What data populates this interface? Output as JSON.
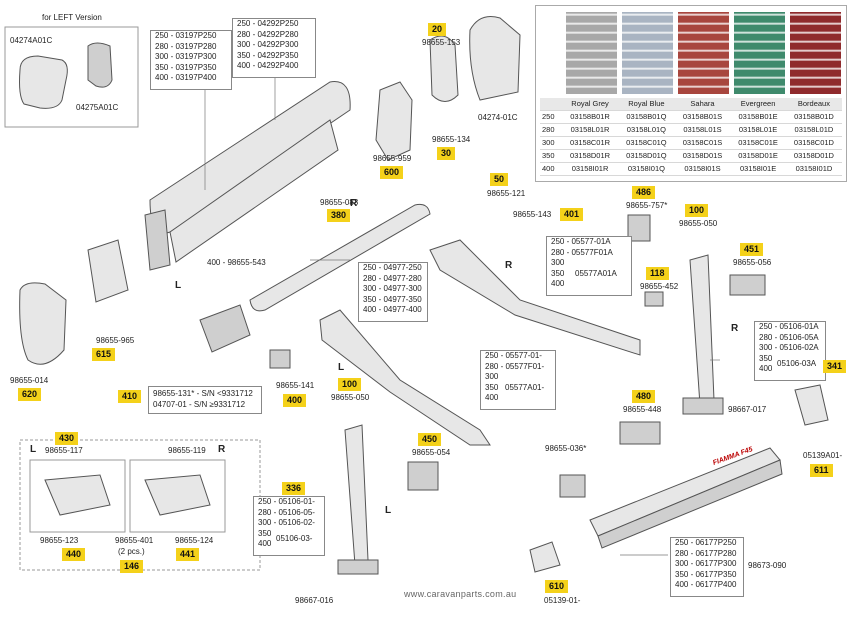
{
  "left_version_label": "for LEFT Version",
  "side_labels": {
    "L": "L",
    "R": "R"
  },
  "parts": {
    "p04274a01c": "04274A01C",
    "p04275a01c": "04275A01C",
    "p98655_153": "98655-153",
    "p98655_134": "98655-134",
    "p04274_01c": "04274-01C",
    "p98655_959": "98655-959",
    "p98655_121": "98655-121",
    "p98655_083": "98655-083",
    "p400_98655_543": "400 - 98655-543",
    "p98655_143": "98655-143",
    "p98655_757": "98655-757*",
    "p98655_050_r": "98655-050",
    "p98655_056": "98655-056",
    "p98655_452": "98655-452",
    "p98655_965": "98655-965",
    "p98655_014": "98655-014",
    "p98655_141": "98655-141",
    "p98655_050_l": "98655-050",
    "p98655_054": "98655-054",
    "p98655_448": "98655-448",
    "p98667_017": "98667-017",
    "p05139a01": "05139A01-",
    "p98655_036": "98655-036*",
    "p98655_117": "98655-117",
    "p98655_119": "98655-119",
    "p98655_123": "98655-123",
    "p98655_401": "98655-401",
    "p2pcs": "(2 pcs.)",
    "p98655_124": "98655-124",
    "p98667_016": "98667-016",
    "p98673_090": "98673-090",
    "p05139_01": "05139-01-"
  },
  "badges": {
    "b20": "20",
    "b30": "30",
    "b600": "600",
    "b50": "50",
    "b380": "380",
    "b401": "401",
    "b486": "486",
    "b100r": "100",
    "b451": "451",
    "b118": "118",
    "b341": "341",
    "b615": "615",
    "b620": "620",
    "b410": "410",
    "b400": "400",
    "b100l": "100",
    "b450": "450",
    "b480": "480",
    "b611": "611",
    "b430": "430",
    "b440": "440",
    "b441": "441",
    "b146": "146",
    "b336": "336",
    "b610": "610"
  },
  "cover_box": [
    "250 - 03197P250",
    "280 - 03197P280",
    "300 - 03197P300",
    "350 - 03197P350",
    "400 - 03197P400"
  ],
  "endcap_box": [
    "250 - 04292P250",
    "280 - 04292P280",
    "300 - 04292P300",
    "350 - 04292P350",
    "400 - 04292P400"
  ],
  "roller_box": [
    "250 - 04977-250",
    "280 - 04977-280",
    "300 - 04977-300",
    "350 - 04977-350",
    "400 - 04977-400"
  ],
  "arm_r_box": [
    "250 - 05577-01A",
    "280 - 05577F01A",
    "300",
    "350",
    "400",
    "05577A01A"
  ],
  "arm_l_box": [
    "250 - 05577-01-",
    "280 - 05577F01-",
    "300",
    "350",
    "400",
    "05577A01-"
  ],
  "leg_r_box": [
    "250 - 05106-01A",
    "280 - 05106-05A",
    "300 - 05106-02A",
    "350",
    "400",
    "05106-03A"
  ],
  "leg_l_box": [
    "250 - 05106-01-",
    "280 - 05106-05-",
    "300 - 05106-02-",
    "350",
    "400",
    "05106-03-"
  ],
  "front_box": [
    "250 - 06177P250",
    "280 - 06177P280",
    "300 - 06177P300",
    "350 - 06177P350",
    "400 - 06177P400"
  ],
  "motor_box": [
    "98655-131* - S/N <9331712",
    "04707-01 - S/N ≥9331712"
  ],
  "swatch_table": {
    "headers": [
      "",
      "Royal Grey",
      "Royal Blue",
      "Sahara",
      "Evergreen",
      "Bordeaux"
    ],
    "rows": [
      [
        "250",
        "03158B01R",
        "03158B01Q",
        "03158B01S",
        "03158B01E",
        "03158B01D"
      ],
      [
        "280",
        "03158L01R",
        "03158L01Q",
        "03158L01S",
        "03158L01E",
        "03158L01D"
      ],
      [
        "300",
        "03158C01R",
        "03158C01Q",
        "03158C01S",
        "03158C01E",
        "03158C01D"
      ],
      [
        "350",
        "03158D01R",
        "03158D01Q",
        "03158D01S",
        "03158D01E",
        "03158D01D"
      ],
      [
        "400",
        "03158I01R",
        "03158I01Q",
        "03158I01S",
        "03158I01E",
        "03158I01D"
      ]
    ],
    "colors": [
      "#a8a8a8",
      "#a9b4c2",
      "#a8463e",
      "#3f8a6c",
      "#8f2a2c"
    ]
  },
  "brand_text": "FIAMMA F45",
  "watermark": "www.caravanparts.com.au",
  "colors": {
    "badge": "#f4d11a"
  }
}
